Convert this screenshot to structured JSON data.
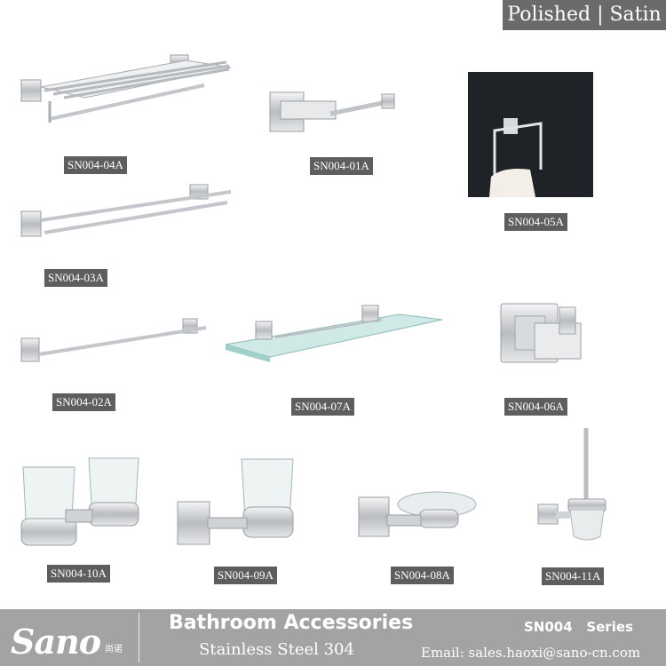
{
  "finish_badge": "Polished | Satin",
  "products": [
    {
      "code": "SN004-04A",
      "item": "towel rack shelf"
    },
    {
      "code": "SN004-01A",
      "item": "toilet paper holder"
    },
    {
      "code": "SN004-05A",
      "item": "towel ring"
    },
    {
      "code": "SN004-03A",
      "item": "double towel bar"
    },
    {
      "code": "SN004-02A",
      "item": "single towel bar"
    },
    {
      "code": "SN004-07A",
      "item": "glass shelf"
    },
    {
      "code": "SN004-06A",
      "item": "robe hook"
    },
    {
      "code": "SN004-10A",
      "item": "double tumbler holder"
    },
    {
      "code": "SN004-09A",
      "item": "single tumbler holder"
    },
    {
      "code": "SN004-08A",
      "item": "soap dish holder"
    },
    {
      "code": "SN004-11A",
      "item": "toilet brush holder"
    }
  ],
  "footer": {
    "logo": "Sano",
    "logo_sub": "尚诺",
    "category": "Bathroom Accessories",
    "material": "Stainless Steel 304",
    "series": "SN004   Series",
    "email": "Email: sales.haoxi@sano-cn.com"
  },
  "colors": {
    "label_bg": "#5e5e5e",
    "footer_bg": "#a3a3a3",
    "chrome": "#c9ccd0",
    "glass": "#bfe3df"
  }
}
